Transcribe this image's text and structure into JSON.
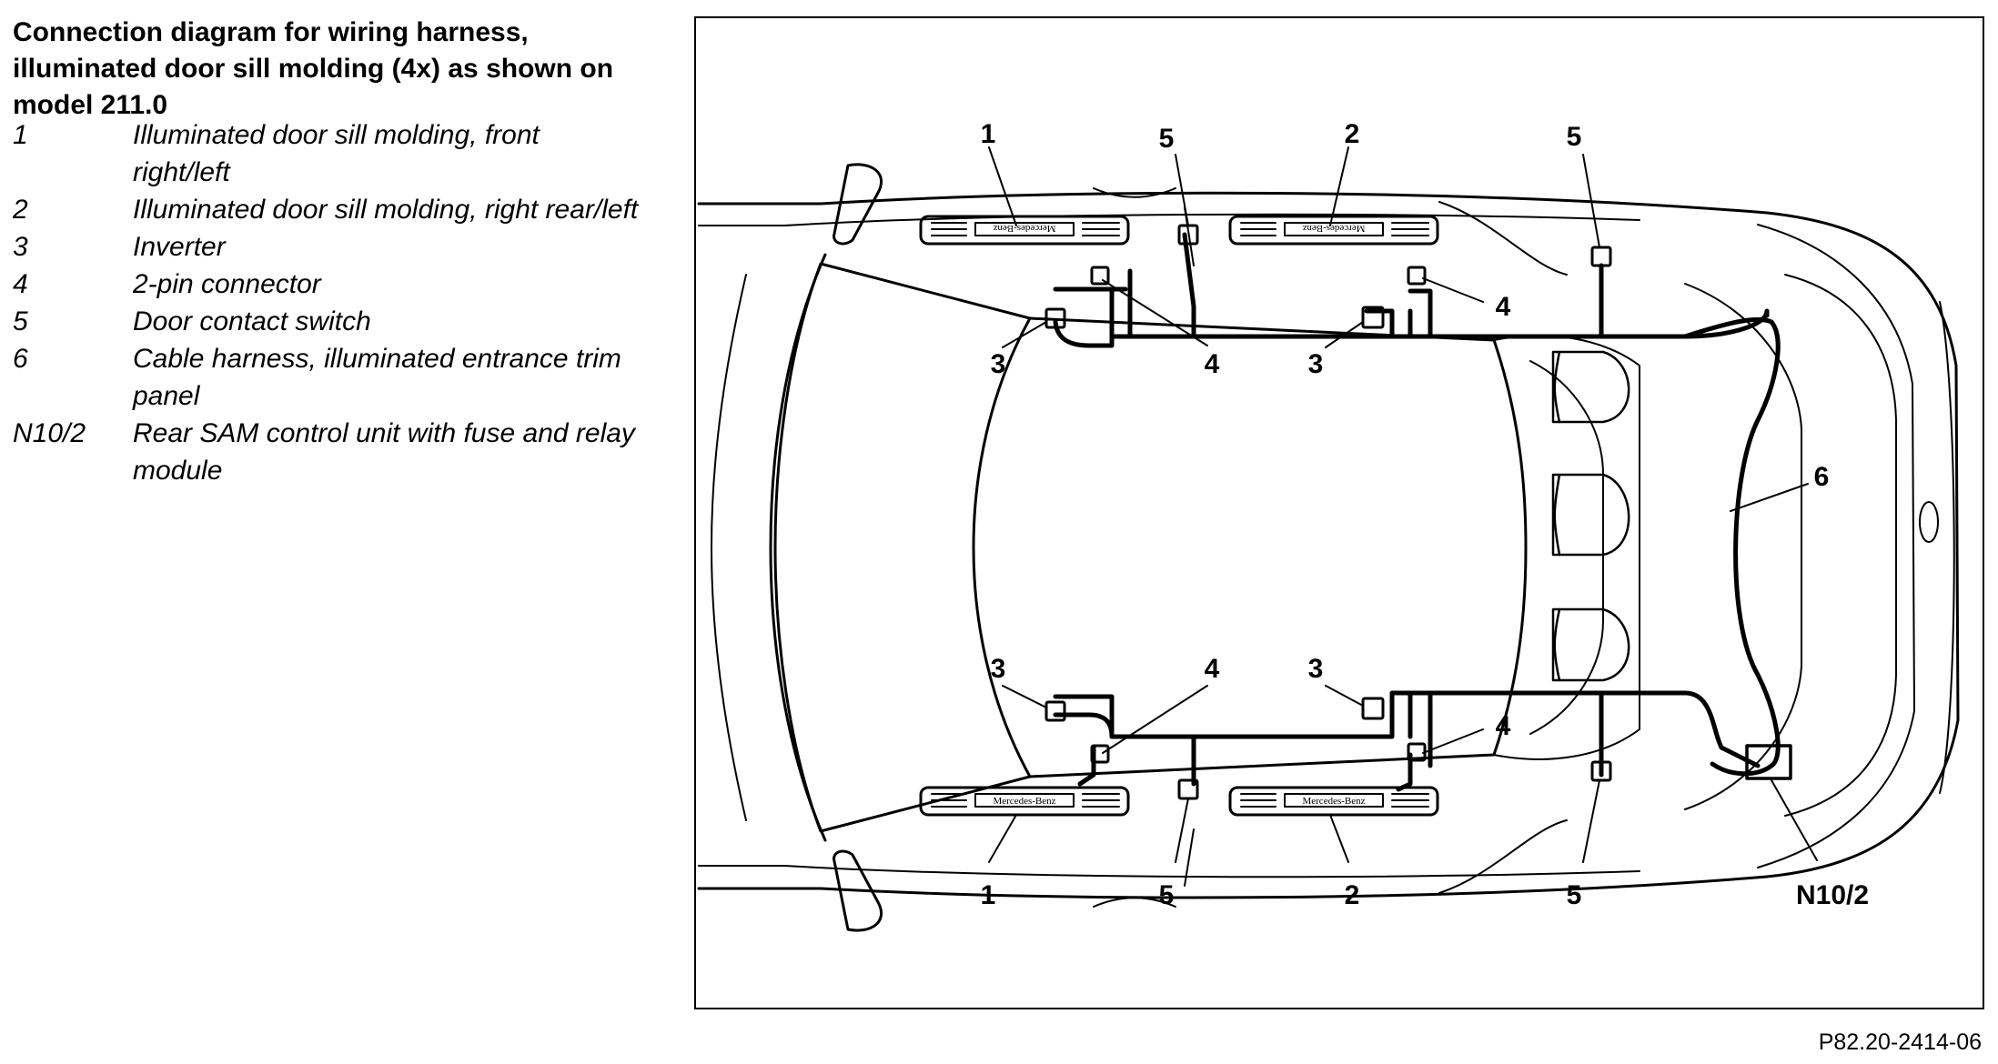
{
  "title": "Connection diagram for wiring harness, illuminated door sill molding (4x) as shown on model 211.0",
  "legend": [
    {
      "code": "1",
      "desc": "Illuminated door sill molding, front right/left"
    },
    {
      "code": "2",
      "desc": "Illuminated door sill molding, right rear/left"
    },
    {
      "code": "3",
      "desc": "Inverter"
    },
    {
      "code": "4",
      "desc": "2-pin connector"
    },
    {
      "code": "5",
      "desc": "Door contact switch"
    },
    {
      "code": "6",
      "desc": "Cable harness, illuminated entrance trim panel"
    },
    {
      "code": "N10/2",
      "desc": "Rear SAM control unit with fuse and relay module"
    }
  ],
  "callouts": {
    "c1": "1",
    "c2": "2",
    "c3": "3",
    "c4": "4",
    "c5": "5",
    "c6": "6",
    "cN": "N10/2"
  },
  "sill_badge_text": "Mercedes-Benz",
  "figure_ref": "P82.20-2414-06"
}
